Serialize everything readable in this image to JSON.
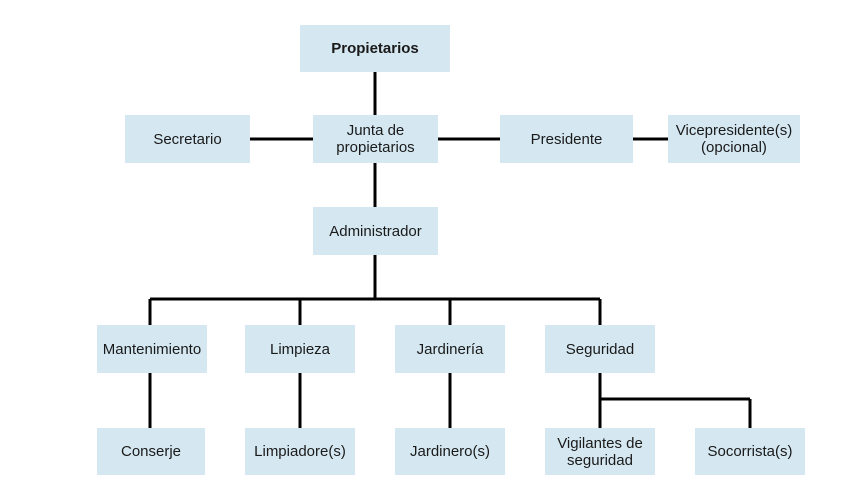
{
  "colors": {
    "box_fill": "#d5e8f2",
    "line": "#000000",
    "text": "#1a1a1a"
  },
  "nodes": {
    "propietarios": "Propietarios",
    "secretario": "Secretario",
    "junta": "Junta de\npropietarios",
    "presidente": "Presidente",
    "vicepresidente": "Vicepresidente(s)\n(opcional)",
    "administrador": "Administrador",
    "mantenimiento": "Mantenimiento",
    "limpieza": "Limpieza",
    "jardineria": "Jardinería",
    "seguridad": "Seguridad",
    "conserje": "Conserje",
    "limpiadores": "Limpiadore(s)",
    "jardineros": "Jardinero(s)",
    "vigilantes": "Vigilantes de\nseguridad",
    "socorristas": "Socorrista(s)"
  }
}
